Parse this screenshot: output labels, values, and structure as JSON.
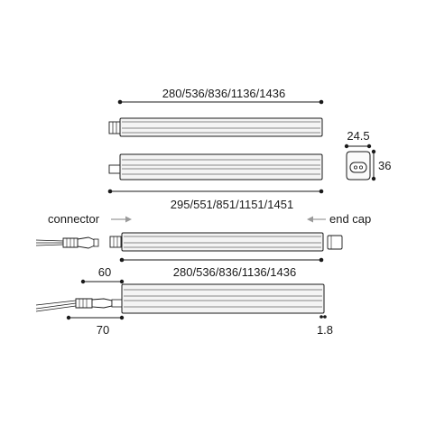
{
  "dimensions": {
    "top_length": "280/536/836/1136/1436",
    "total_length": "295/551/851/1151/1451",
    "profile_width": "24.5",
    "profile_height": "36",
    "connected_length": "280/536/836/1136/1436",
    "connector_offset_60": "60",
    "connector_offset_70": "70",
    "endcap_thickness": "1.8"
  },
  "labels": {
    "connector": "connector",
    "end_cap": "end cap"
  },
  "colors": {
    "line": "#1a1a1a",
    "fill": "#ffffff",
    "body_fill": "#f2f2f2",
    "arrow": "#9a9a9a"
  }
}
